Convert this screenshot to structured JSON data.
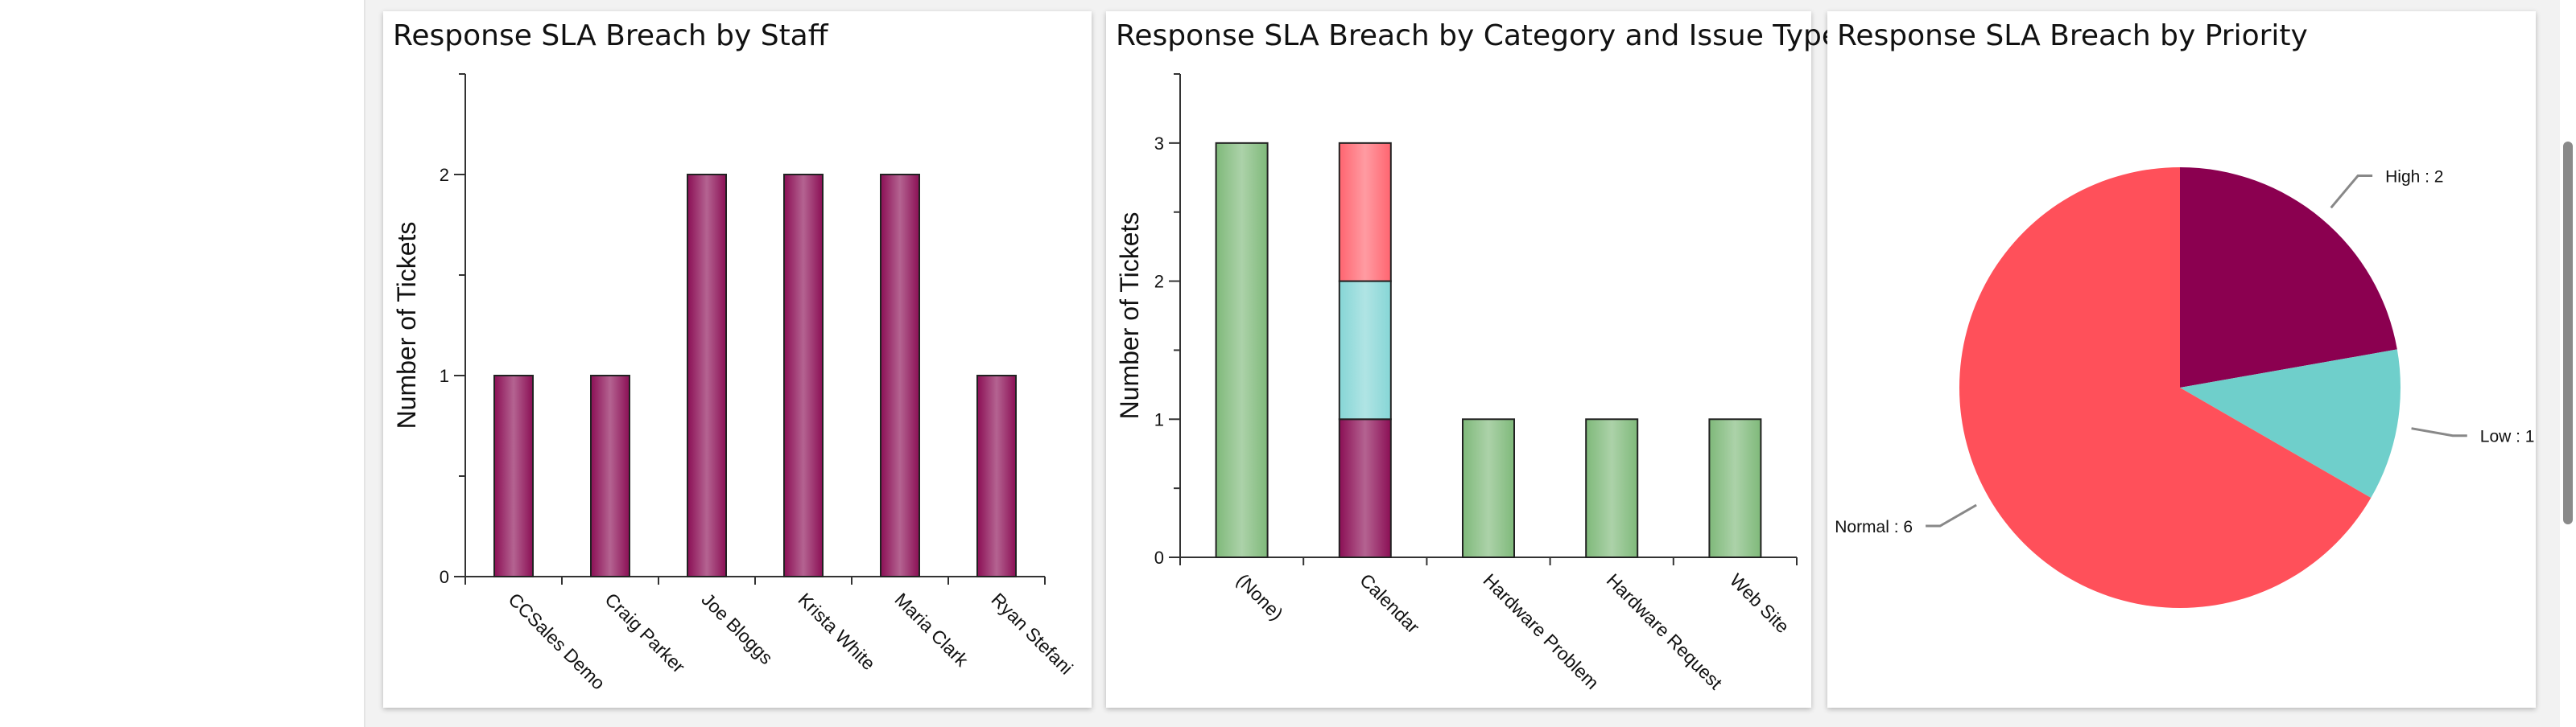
{
  "chart_data": [
    {
      "type": "bar",
      "title": "Response SLA Breach by Staff",
      "xlabel": "",
      "ylabel": "Number of Tickets",
      "ylim": [
        0,
        2.5
      ],
      "yticks": [
        "0",
        "1",
        "2"
      ],
      "categories": [
        "CCSales Demo",
        "Craig Parker",
        "Joe Bloggs",
        "Krista White",
        "Maria Clark",
        "Ryan Stefani"
      ],
      "values": [
        1,
        1,
        2,
        2,
        2,
        1
      ],
      "bar_color": "#8b0f55",
      "grid": false
    },
    {
      "type": "bar",
      "stacked": true,
      "title": "Response SLA Breach by Category and Issue Type",
      "xlabel": "",
      "ylabel": "Number of Tickets",
      "ylim": [
        0,
        3.5
      ],
      "yticks": [
        "0",
        "1",
        "2",
        "3"
      ],
      "categories": [
        "(None)",
        "Calendar",
        "Hardware Problem",
        "Hardware Request",
        "Web Site"
      ],
      "series": [
        {
          "color": "#7fb97a",
          "values": [
            3,
            0,
            1,
            1,
            1
          ]
        },
        {
          "color": "#8b0f55",
          "values": [
            0,
            1,
            0,
            0,
            0
          ]
        },
        {
          "color": "#86d6d6",
          "values": [
            0,
            1,
            0,
            0,
            0
          ]
        },
        {
          "color": "#ff6570",
          "values": [
            0,
            1,
            0,
            0,
            0
          ]
        }
      ],
      "grid": false
    },
    {
      "type": "pie",
      "title": "Response SLA Breach by Priority",
      "slices": [
        {
          "label": "High : 2",
          "value": 2,
          "color": "#8b0050"
        },
        {
          "label": "Low : 1",
          "value": 1,
          "color": "#6fcfcb"
        },
        {
          "label": "Normal : 6",
          "value": 6,
          "color": "#ff505a"
        }
      ]
    }
  ]
}
